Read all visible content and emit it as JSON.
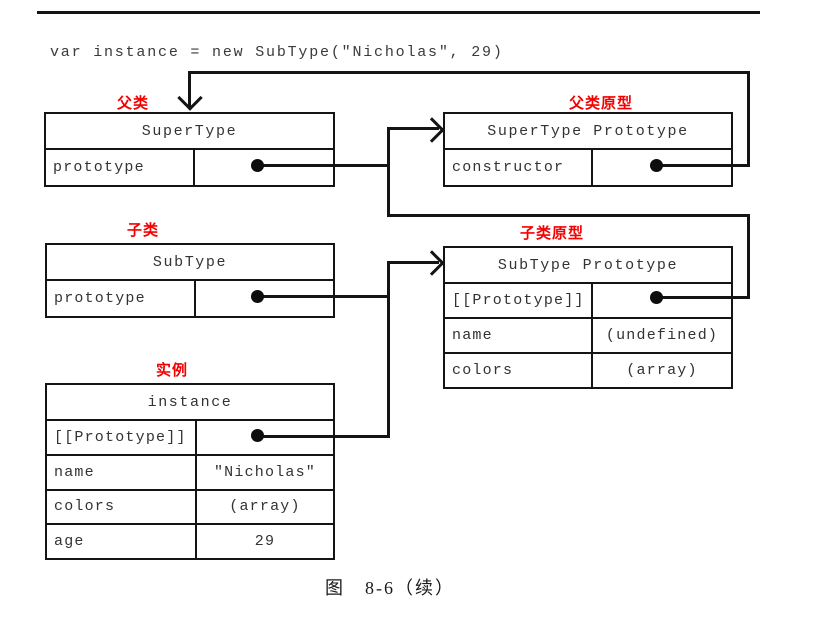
{
  "code_line": "var instance = new SubType(\"Nicholas\", 29)",
  "labels": {
    "parent_class": "父类",
    "parent_prototype": "父类原型",
    "child_class": "子类",
    "child_prototype": "子类原型",
    "instance": "实例"
  },
  "boxes": {
    "supertype": {
      "title": "SuperType",
      "rows": [
        {
          "key": "prototype",
          "value": ""
        }
      ]
    },
    "supertype_prototype": {
      "title": "SuperType Prototype",
      "rows": [
        {
          "key": "constructor",
          "value": ""
        }
      ]
    },
    "subtype": {
      "title": "SubType",
      "rows": [
        {
          "key": "prototype",
          "value": ""
        }
      ]
    },
    "subtype_prototype": {
      "title": "SubType Prototype",
      "rows": [
        {
          "key": "[[Prototype]]",
          "value": ""
        },
        {
          "key": "name",
          "value": "(undefined)"
        },
        {
          "key": "colors",
          "value": "(array)"
        }
      ]
    },
    "instance": {
      "title": "instance",
      "rows": [
        {
          "key": "[[Prototype]]",
          "value": ""
        },
        {
          "key": "name",
          "value": "\"Nicholas\""
        },
        {
          "key": "colors",
          "value": "(array)"
        },
        {
          "key": "age",
          "value": "29"
        }
      ]
    }
  },
  "caption": "图　8-6（续）",
  "colors": {
    "label_red": "#f40000",
    "ink_black": "#141414",
    "text_gray": "#3a3a3a"
  }
}
